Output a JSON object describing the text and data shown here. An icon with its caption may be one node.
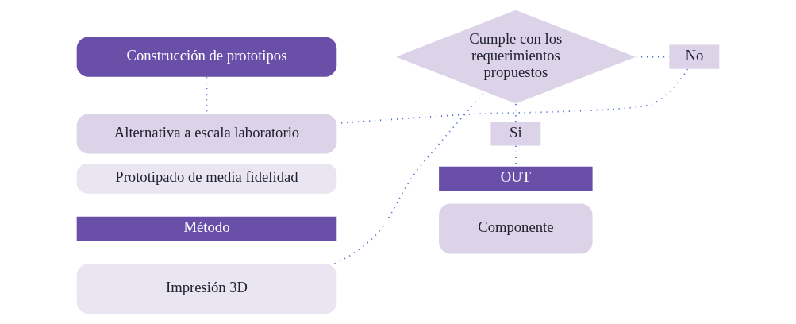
{
  "diagram": {
    "nodes": [
      {
        "text": [
          "Construcción de prototipos"
        ]
      },
      {
        "text": [
          "Alternativa a escala laboratorio"
        ]
      },
      {
        "text": [
          "Prototipado de media fidelidad"
        ]
      },
      {
        "text": [
          "Método"
        ]
      },
      {
        "text": [
          "Impresión 3D"
        ]
      },
      {
        "text": [
          "Cumple con los requerimientos propuestos"
        ]
      },
      {
        "text": [
          "No"
        ]
      },
      {
        "text": [
          "Si"
        ]
      },
      {
        "text": [
          "OUT"
        ]
      },
      {
        "text": [
          "Componente"
        ]
      }
    ],
    "edges": [
      {
        "from": 0,
        "to": 1,
        "arrow": "none"
      },
      {
        "from": 4,
        "to": 5,
        "arrow": "none"
      },
      {
        "from": 5,
        "to": 6,
        "arrow": "none"
      },
      {
        "from": 6,
        "to": 1,
        "arrow": "none"
      },
      {
        "from": 5,
        "to": 7,
        "arrow": "none"
      },
      {
        "from": 7,
        "to": 8,
        "arrow": "none"
      }
    ]
  }
}
